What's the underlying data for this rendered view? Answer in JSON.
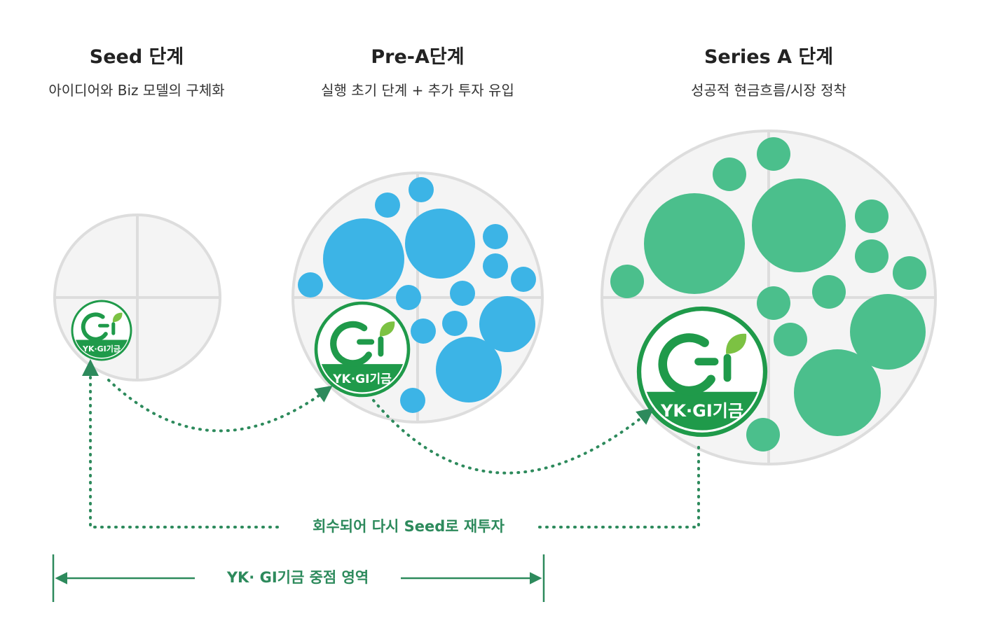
{
  "stages": [
    {
      "title": "Seed 단계",
      "subtitle": "아이디어와 Biz 모델의 구체화"
    },
    {
      "title": "Pre-A단계",
      "subtitle": "실행 초기 단계 + 추가 투자 유입"
    },
    {
      "title": "Series A 단계",
      "subtitle": "성공적 현금흐름/시장 정착"
    }
  ],
  "logo": {
    "text": "YK·GI기금"
  },
  "flow": {
    "reinvest_label": "회수되어 다시 Seed로 재투자",
    "focus_label": "YK· GI기금 중점 영역"
  },
  "colors": {
    "pre_a_bubbles": "#3cb4e6",
    "series_a_bubbles": "#4bbf8c",
    "logo_green": "#1f9a4a",
    "arrow_green": "#2d8a5c",
    "circle_fill": "#f4f4f4",
    "circle_stroke": "#dddddd"
  },
  "icons": [
    "gi-logo-icon",
    "leaf-icon",
    "arrowhead-icon"
  ]
}
